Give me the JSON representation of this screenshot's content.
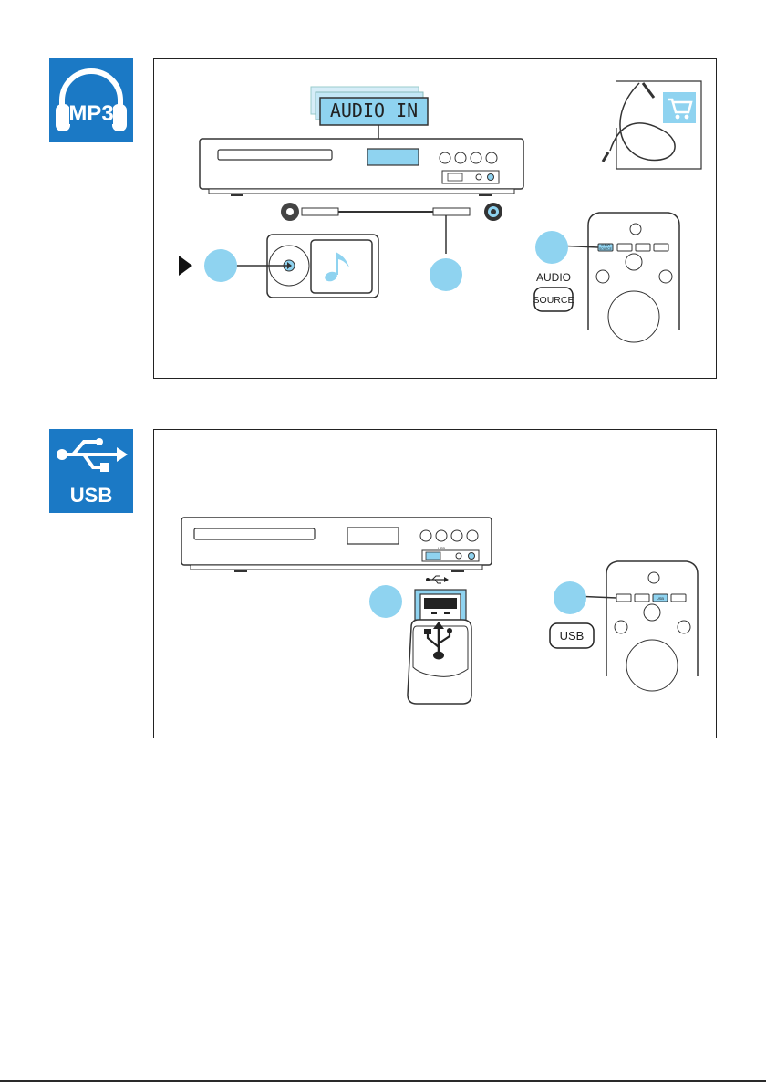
{
  "mp3_badge": {
    "label": "MP3",
    "icon": "headphones-icon",
    "color": "#1b79c5"
  },
  "usb_badge": {
    "label": "USB",
    "icon": "usb-symbol-icon",
    "color": "#1b79c5"
  },
  "audio_panel": {
    "display_text": "AUDIO IN",
    "remote_button_top": "AUDIO",
    "remote_button_bottom": "SOURCE",
    "remote_key_top": "AUDIO",
    "remote_key_bottom": "SOURCE",
    "shop_icon": "shopping-cart-icon",
    "accent_color": "#8fd3f0"
  },
  "usb_panel": {
    "player_usb_label": "USB",
    "remote_button": "USB",
    "remote_key": "USB",
    "accent_color": "#8fd3f0"
  }
}
